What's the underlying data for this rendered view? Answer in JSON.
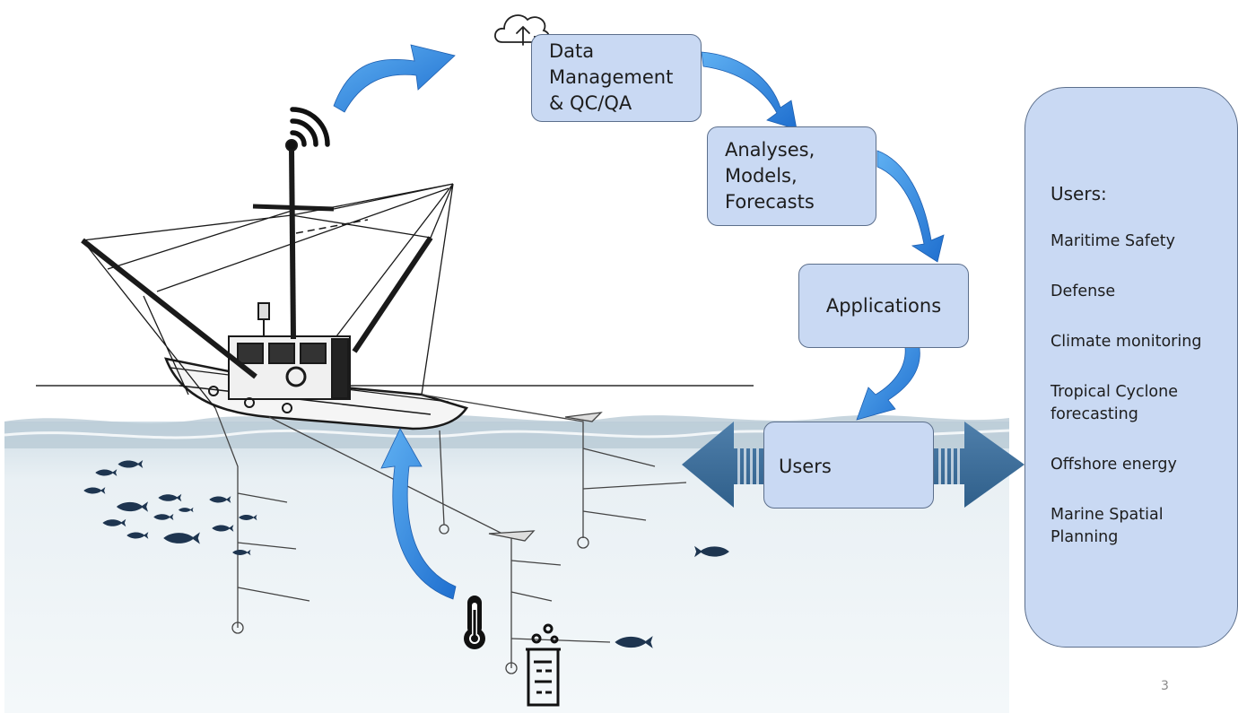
{
  "flow": {
    "data_management": [
      "Data",
      "Management",
      "& QC/QA"
    ],
    "analyses": [
      "Analyses,",
      "Models,",
      "Forecasts"
    ],
    "applications": "Applications",
    "users": "Users"
  },
  "users_panel": {
    "title": "Users:",
    "items": [
      [
        "Maritime Safety"
      ],
      [
        "Defense"
      ],
      [
        "Climate monitoring"
      ],
      [
        "Tropical Cyclone",
        "forecasting"
      ],
      [
        "Offshore energy"
      ],
      [
        "Marine Spatial",
        "Planning"
      ]
    ]
  },
  "page_number": "3",
  "icons": [
    "cloud-upload-icon",
    "wifi-signal-icon",
    "thermometer-icon",
    "beaker-icon",
    "fishing-boat-illustration",
    "fish-icon"
  ],
  "colors": {
    "box_fill": "#c9d9f3",
    "box_border": "#5c6f8c",
    "arrow_blue": "#3a8fe0",
    "double_arrow": "#3f6f9a",
    "water": "#e8f0f4"
  }
}
